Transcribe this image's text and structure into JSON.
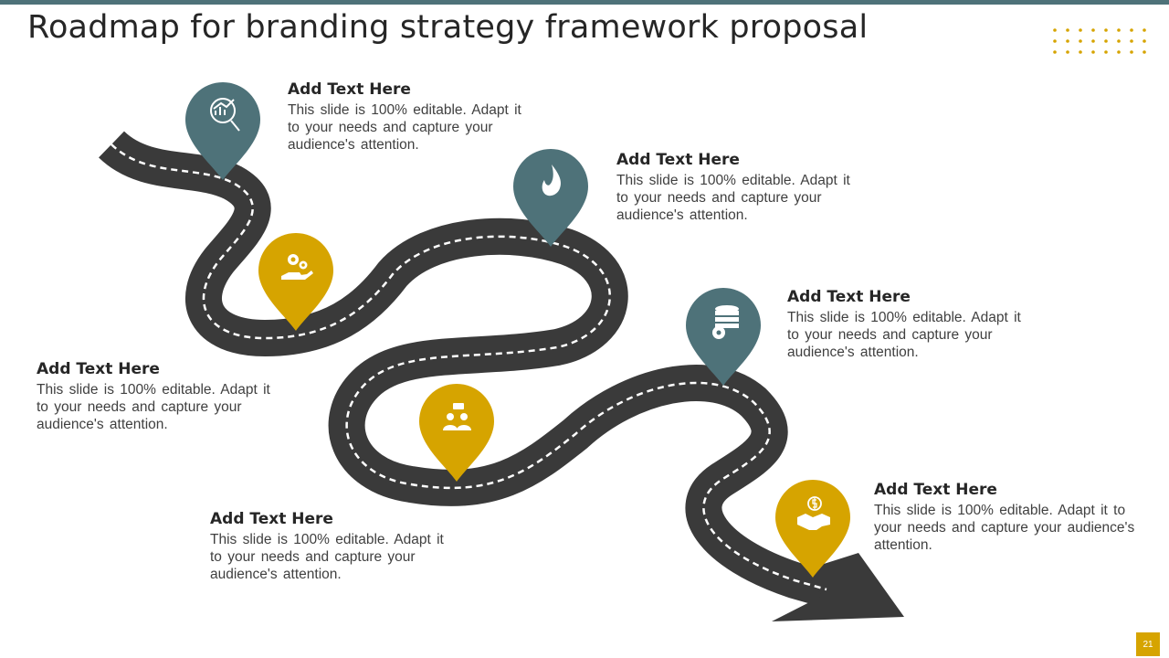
{
  "slide": {
    "title": "Roadmap for branding strategy framework proposal",
    "page_number": "21"
  },
  "colors": {
    "teal": "#4e7279",
    "gold": "#d6a400",
    "road": "#3a3a3a",
    "road_dash": "#ffffff",
    "top_bar": "#4e7279"
  },
  "milestones": [
    {
      "color": "teal",
      "icon": "growth-chart-icon"
    },
    {
      "color": "gold",
      "icon": "hand-gears-icon"
    },
    {
      "color": "teal",
      "icon": "flame-icon"
    },
    {
      "color": "gold",
      "icon": "team-chat-icon"
    },
    {
      "color": "teal",
      "icon": "database-gear-icon"
    },
    {
      "color": "gold",
      "icon": "handshake-dollar-icon"
    }
  ],
  "text_blocks": [
    {
      "heading": "Add Text Here",
      "lines": [
        "This slide is 100% editable. Adapt it",
        "to your needs and capture your",
        "audience's attention."
      ]
    },
    {
      "heading": "Add Text Here",
      "lines": [
        "This slide is 100% editable. Adapt it",
        "to your needs and capture your",
        "audience's attention."
      ]
    },
    {
      "heading": "Add Text Here",
      "lines": [
        "This slide is 100% editable. Adapt it",
        "to your needs and capture your",
        "audience's attention."
      ]
    },
    {
      "heading": "Add Text Here",
      "lines": [
        "This slide is 100% editable. Adapt it",
        "to your needs and capture your",
        "audience's attention."
      ]
    },
    {
      "heading": "Add Text Here",
      "lines": [
        "This slide is 100% editable. Adapt it",
        "to your needs and capture your",
        "audience's attention."
      ]
    },
    {
      "heading": "Add Text Here",
      "lines": [
        "This slide is 100% editable. Adapt it to",
        "your needs and capture your audience's",
        "attention."
      ]
    }
  ]
}
